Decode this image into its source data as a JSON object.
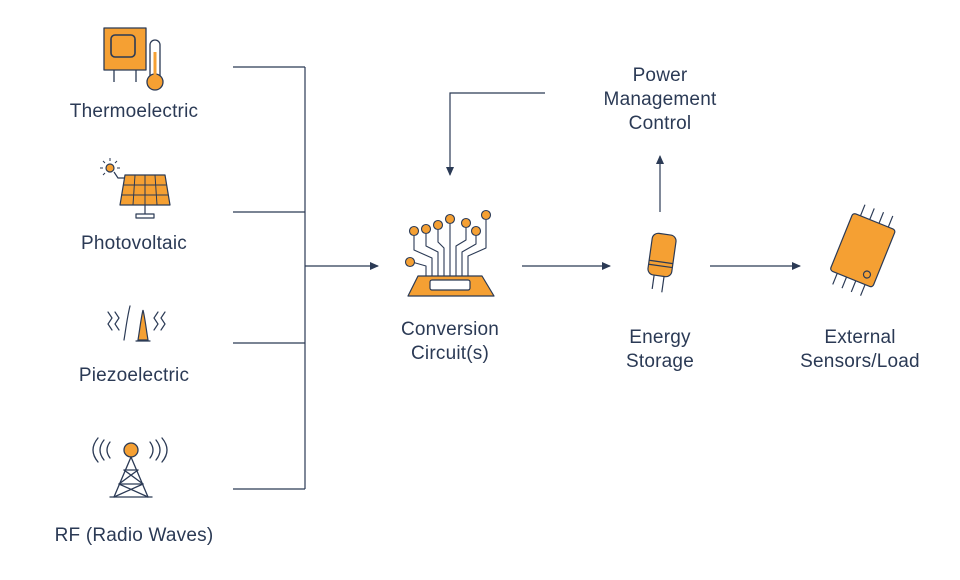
{
  "sources": [
    {
      "id": "thermoelectric",
      "label": "Thermoelectric",
      "icon": "thermoelectric-icon"
    },
    {
      "id": "photovoltaic",
      "label": "Photovoltaic",
      "icon": "solar-panel-icon"
    },
    {
      "id": "piezoelectric",
      "label": "Piezoelectric",
      "icon": "piezo-vibration-icon"
    },
    {
      "id": "rf",
      "label": "RF (Radio Waves)",
      "icon": "radio-tower-icon"
    }
  ],
  "stages": {
    "conversion": {
      "line1": "Conversion",
      "line2": "Circuit(s)",
      "icon": "circuit-chip-icon"
    },
    "storage": {
      "line1": "Energy",
      "line2": "Storage",
      "icon": "capacitor-icon"
    },
    "load": {
      "line1": "External",
      "line2": "Sensors/Load",
      "icon": "ic-chip-icon"
    },
    "power": {
      "line1": "Power",
      "line2": "Management",
      "line3": "Control"
    }
  },
  "colors": {
    "accent": "#f5a033",
    "outline": "#2b3a55",
    "text": "#2b3a55"
  }
}
